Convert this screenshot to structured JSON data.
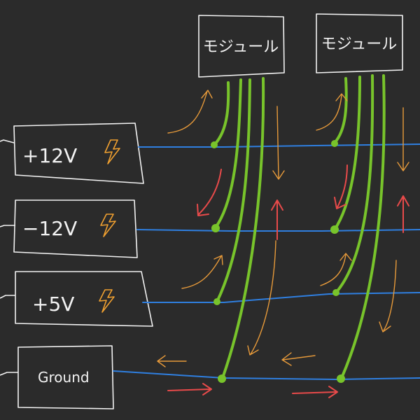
{
  "modules": [
    {
      "label": "モジュール"
    },
    {
      "label": "モジュール"
    }
  ],
  "rails": [
    {
      "label": "+12V",
      "icon": "lightning-icon"
    },
    {
      "label": "−12V",
      "icon": "lightning-icon"
    },
    {
      "label": "+5V",
      "icon": "lightning-icon"
    },
    {
      "label": "Ground"
    }
  ],
  "colors": {
    "background": "#2b2b2b",
    "ink": "#f2f2f2",
    "bus_line": "#2f7fe0",
    "wire": "#78c42b",
    "flow_arrow": "#e79a3a",
    "current_arrow": "#e84a4a",
    "bolt": "#f0a030"
  }
}
